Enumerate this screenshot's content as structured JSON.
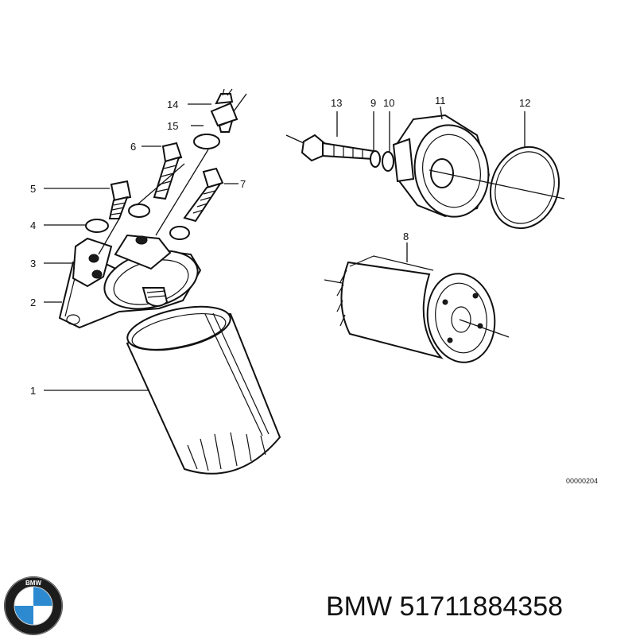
{
  "diagram": {
    "callouts": [
      {
        "id": "c1",
        "text": "1"
      },
      {
        "id": "c2",
        "text": "2"
      },
      {
        "id": "c3",
        "text": "3"
      },
      {
        "id": "c4",
        "text": "4"
      },
      {
        "id": "c5",
        "text": "5"
      },
      {
        "id": "c6",
        "text": "6"
      },
      {
        "id": "c7",
        "text": "7"
      },
      {
        "id": "c8",
        "text": "8"
      },
      {
        "id": "c9",
        "text": "9"
      },
      {
        "id": "c10",
        "text": "10"
      },
      {
        "id": "c11",
        "text": "11"
      },
      {
        "id": "c12",
        "text": "12"
      },
      {
        "id": "c13",
        "text": "13"
      },
      {
        "id": "c14",
        "text": "14"
      },
      {
        "id": "c15",
        "text": "15"
      }
    ],
    "reference_code": "00000204"
  },
  "caption": {
    "brand": "BMW",
    "part_number": "51711884358",
    "full": "BMW 51711884358"
  },
  "logo": {
    "lettering": "BMW",
    "colors": {
      "ring": "#1c1c1c",
      "blue": "#2d8ad1",
      "white": "#ffffff"
    }
  },
  "icons": [
    "bmw-logo-icon"
  ]
}
